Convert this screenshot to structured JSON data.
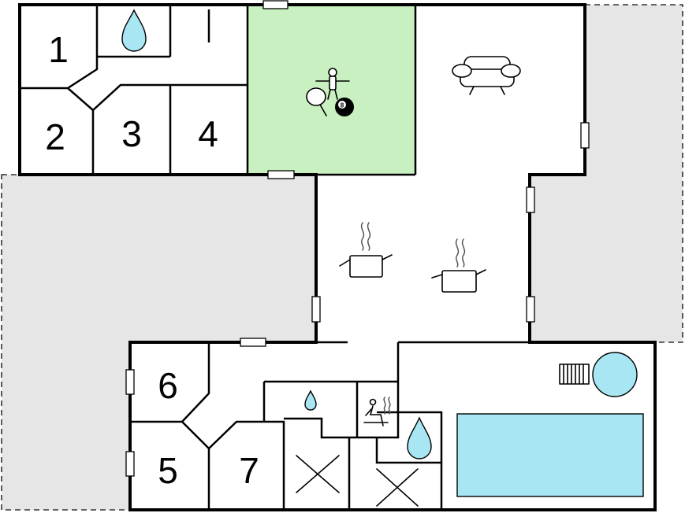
{
  "rooms": {
    "r1": "1",
    "r2": "2",
    "r3": "3",
    "r4": "4",
    "r5": "5",
    "r6": "6",
    "r7": "7"
  },
  "icons": [
    "water-drop-icon",
    "sofa-icon",
    "table-football-icon",
    "table-tennis-icon",
    "billiard-ball-icon",
    "cooking-pot-icon",
    "sauna-icon",
    "hot-tub-icon",
    "swimming-pool-icon"
  ],
  "billiard": {
    "number": "8"
  },
  "colors": {
    "games_room": "#c8f0c0",
    "water": "#a8e6f4",
    "outdoor": "#e6e6e6"
  }
}
